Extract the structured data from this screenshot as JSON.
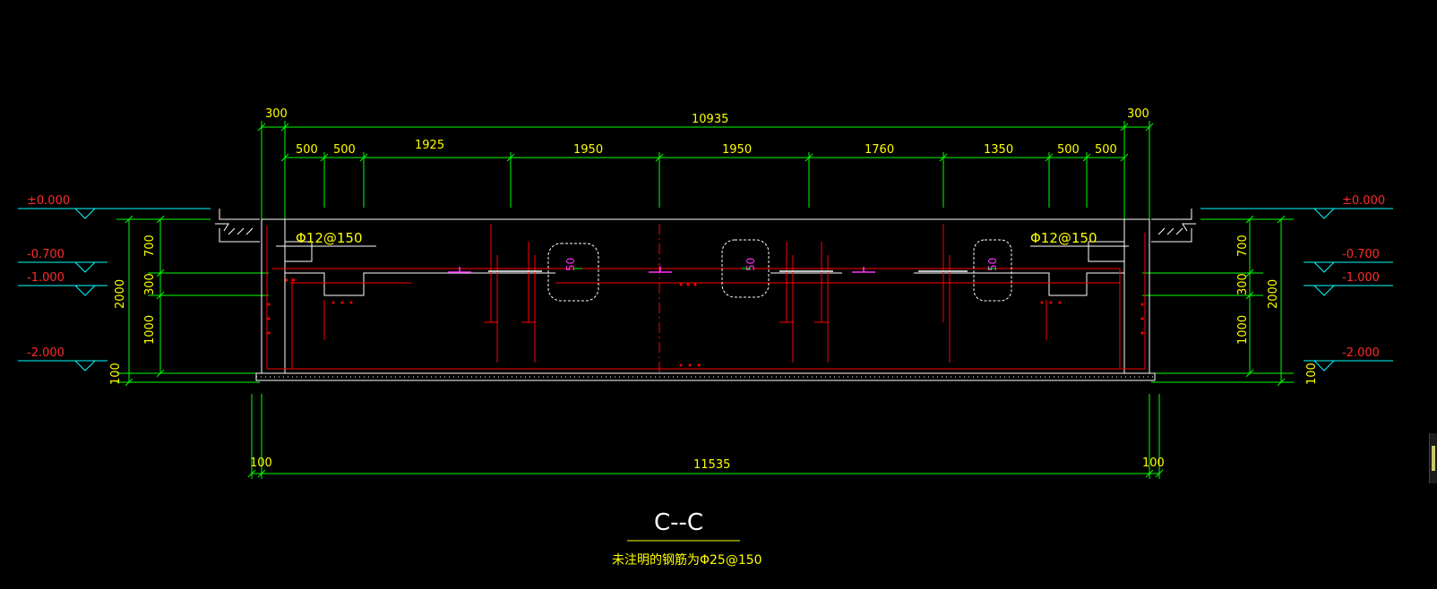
{
  "section_title": "C--C",
  "note": "未注明的钢筋为Φ25@150",
  "top_dims": {
    "overall": "10935",
    "left_wall": "300",
    "right_wall": "300",
    "segments": [
      "500",
      "500",
      "1925",
      "1950",
      "1950",
      "1760",
      "1350",
      "500",
      "500"
    ]
  },
  "bottom_dims": {
    "overall": "11535",
    "left": "100",
    "right": "100"
  },
  "elevations": {
    "left": [
      "±0.000",
      "-0.700",
      "-1.000",
      "-2.000"
    ],
    "right": [
      "±0.000",
      "-0.700",
      "-1.000",
      "-2.000"
    ]
  },
  "vertical_dims": {
    "left": [
      "700",
      "300",
      "1000",
      "100",
      "2000"
    ],
    "right": [
      "700",
      "300",
      "1000",
      "100",
      "2000"
    ]
  },
  "rebar_labels": {
    "left": "Φ12@150",
    "right": "Φ12@150"
  },
  "pit_labels": [
    "50",
    "50",
    "50"
  ],
  "colors": {
    "background": "#000000",
    "dimension": "#00ff00",
    "text": "#ffff00",
    "elevation": "#ff2a2a",
    "elevation_line": "#00ffff",
    "structure": "#ffffff",
    "rebar": "#ff0000",
    "embedded": "#ff33ff"
  }
}
